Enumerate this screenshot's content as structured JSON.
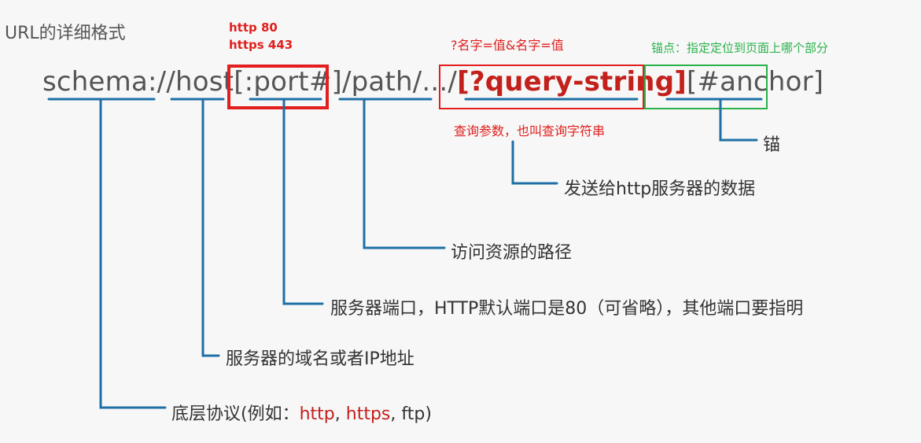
{
  "title": "URL的详细格式",
  "ports": {
    "http": "http 80",
    "https": "https 443"
  },
  "query_example": "?名字=值&名字=值",
  "anchor_note": "锚点：指定定位到页面上哪个部分",
  "url": {
    "schema": "schema://host",
    "port": "[:port#]",
    "path": "/path/.../",
    "query": "[?query-string]",
    "anchor": "[#anchor]"
  },
  "query_note": "查询参数，也叫查询字符串",
  "labels": {
    "anchor": "锚",
    "data": "发送给http服务器的数据",
    "path": "访问资源的路径",
    "port": "服务器端口，HTTP默认端口是80（可省略），其他端口要指明",
    "host": "服务器的域名或者IP地址",
    "protocol_prefix": "底层协议(例如：",
    "protocol_http": "http",
    "protocol_sep1": ", ",
    "protocol_https": "https",
    "protocol_sep2": ", ",
    "protocol_ftp": "ftp)"
  },
  "colors": {
    "red": "#e31e1e",
    "green": "#29b048",
    "line_blue": "#1d6fa5"
  }
}
